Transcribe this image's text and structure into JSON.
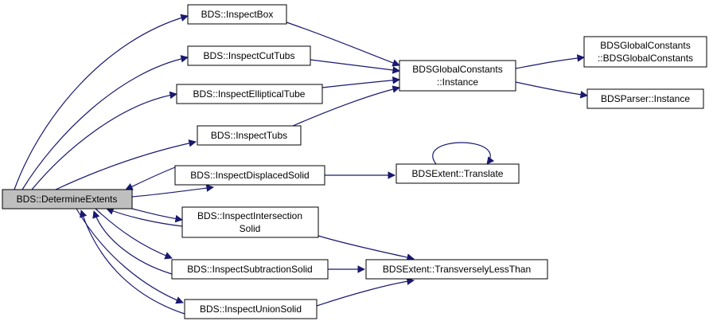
{
  "nodes": {
    "determine_extents": "BDS::DetermineExtents",
    "inspect_box": "BDS::InspectBox",
    "inspect_cut_tubs": "BDS::InspectCutTubs",
    "inspect_elliptical_tube": "BDS::InspectEllipticalTube",
    "inspect_tubs": "BDS::InspectTubs",
    "inspect_displaced_solid": "BDS::InspectDisplacedSolid",
    "inspect_intersection_solid_line1": "BDS::InspectIntersection",
    "inspect_intersection_solid_line2": "Solid",
    "inspect_subtraction_solid": "BDS::InspectSubtractionSolid",
    "inspect_union_solid": "BDS::InspectUnionSolid",
    "global_constants_instance_line1": "BDSGlobalConstants",
    "global_constants_instance_line2": "::Instance",
    "global_constants_ctor_line1": "BDSGlobalConstants",
    "global_constants_ctor_line2": "::BDSGlobalConstants",
    "parser_instance": "BDSParser::Instance",
    "extent_translate": "BDSExtent::Translate",
    "extent_transversely_less_than": "BDSExtent::TransverselyLessThan"
  },
  "colors": {
    "edge": "#191970",
    "node_border": "#000000",
    "node_fill": "#ffffff",
    "highlight_fill": "#bfbfbf"
  }
}
